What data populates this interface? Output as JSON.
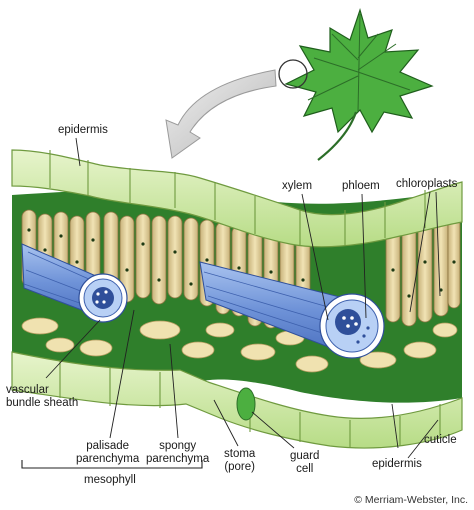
{
  "labels": {
    "epidermis_top": "epidermis",
    "xylem": "xylem",
    "phloem": "phloem",
    "chloroplasts": "chloroplasts",
    "vascular_bundle_sheath": "vascular\nbundle sheath",
    "palisade_parenchyma": "palisade\nparenchyma",
    "spongy_parenchyma": "spongy\nparenchyma",
    "stoma": "stoma\n(pore)",
    "guard_cell": "guard\ncell",
    "epidermis_bottom": "epidermis",
    "cuticle": "cuticle",
    "mesophyll": "mesophyll"
  },
  "credit": "© Merriam-Webster, Inc.",
  "colors": {
    "leaf": "#3fa33c",
    "epidermis": "#cde8a3",
    "palisade": "#e6d4a0",
    "xylem": "#7fa4e0",
    "mesophyll_green": "#2e7d2a",
    "arrow": "#c8c8c8"
  }
}
